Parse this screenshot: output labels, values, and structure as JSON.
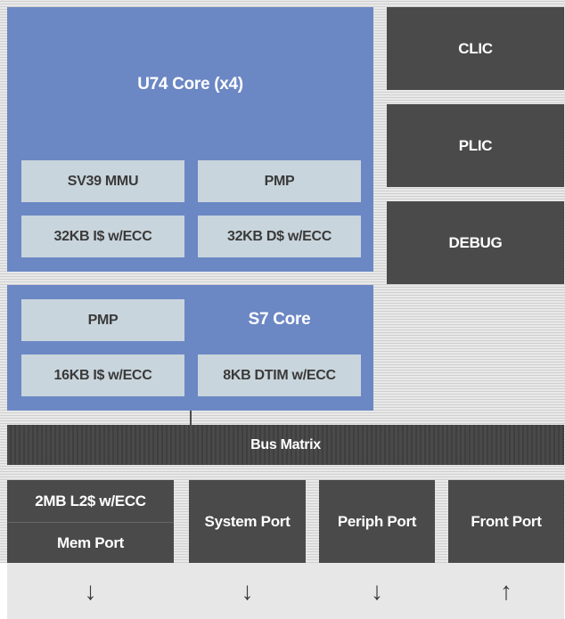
{
  "u74": {
    "title": "U74 Core (x4)",
    "mmu": "SV39 MMU",
    "pmp": "PMP",
    "icache": "32KB I$ w/ECC",
    "dcache": "32KB D$ w/ECC"
  },
  "s7": {
    "title": "S7 Core",
    "pmp": "PMP",
    "icache": "16KB I$ w/ECC",
    "dtim": "8KB DTIM w/ECC"
  },
  "side": {
    "clic": "CLIC",
    "plic": "PLIC",
    "debug": "DEBUG"
  },
  "bus": "Bus Matrix",
  "ports": {
    "l2": "2MB L2$ w/ECC",
    "mem": "Mem Port",
    "system": "System Port",
    "periph": "Periph Port",
    "front": "Front Port"
  },
  "arrows": {
    "mem": "↓",
    "system": "↓",
    "periph": "↓",
    "front": "↑"
  },
  "colors": {
    "core_blue": "#6b87c4",
    "sub_block": "#c9d5dc",
    "dark_block": "#4a4a4a"
  }
}
